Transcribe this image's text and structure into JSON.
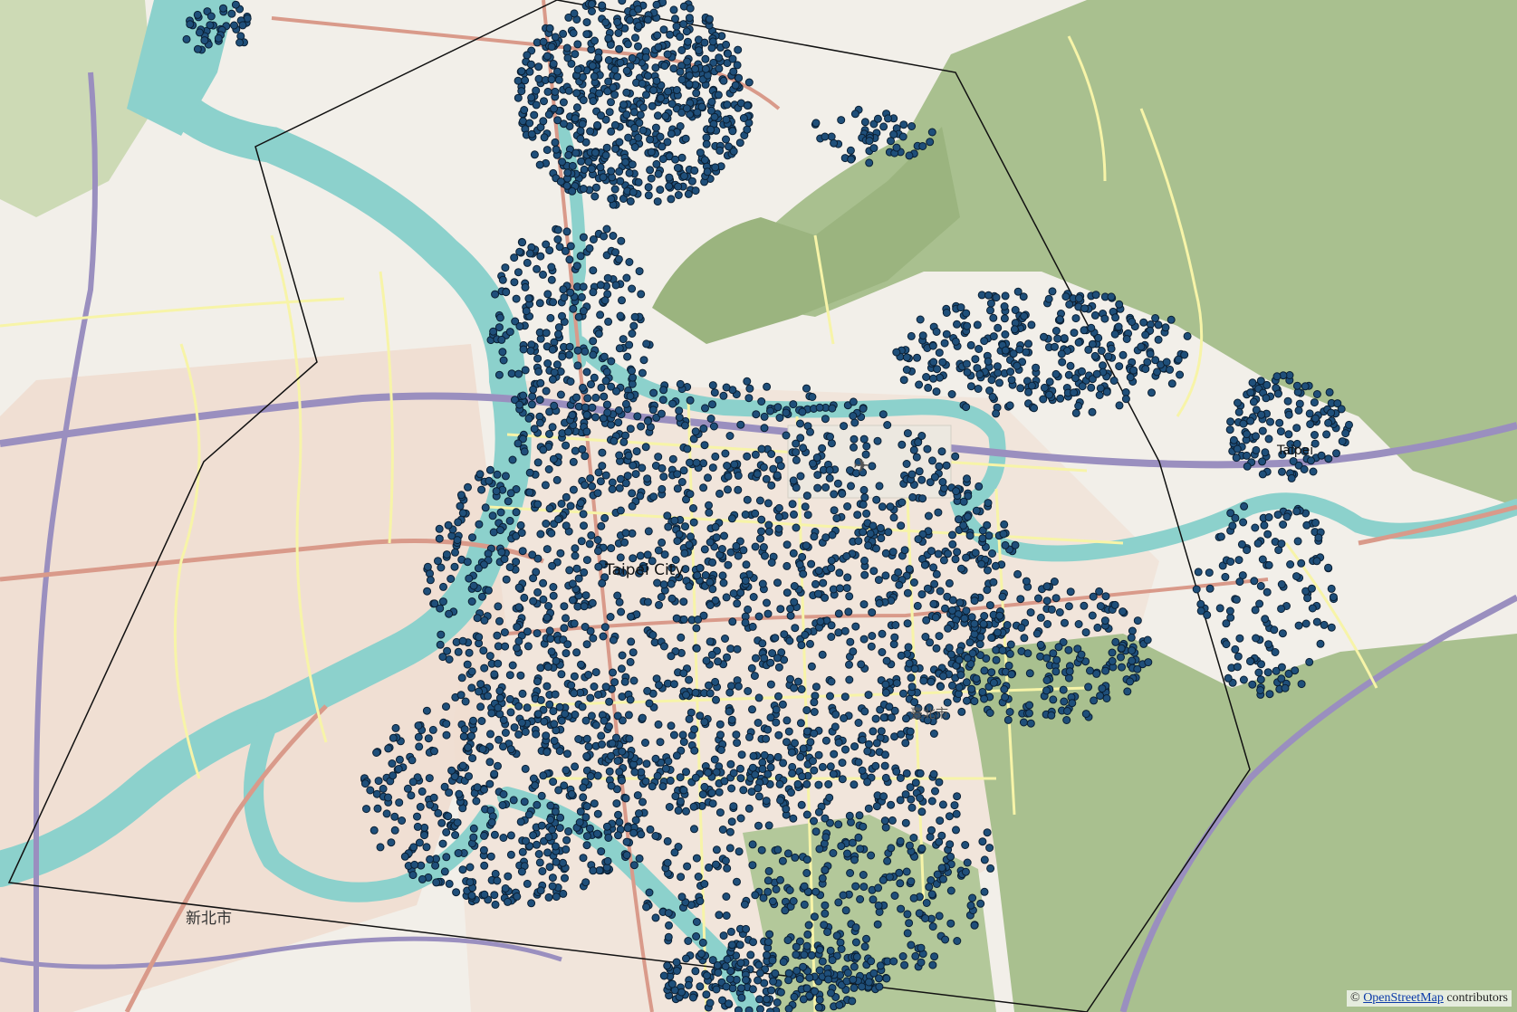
{
  "map": {
    "colors": {
      "land": "#f2efe9",
      "forest": "#a9c08f",
      "forest_dark": "#9bb47f",
      "water": "#8cd1cc",
      "water_edge": "#6fb7b3",
      "major_road": "#d99a8a",
      "highway": "#9a8fbf",
      "minor_road": "#f7f4a8",
      "urban": "#efd9c9",
      "point_fill": "#1f4f7a",
      "point_stroke": "#0a1f33",
      "boundary": "#111111"
    },
    "labels": {
      "taipei_city": "Taipei City",
      "taipei": "Taipei",
      "new_taipei": "新北市",
      "taibei_shi": "臺北市"
    },
    "airport_icon": "airplane-icon",
    "attribution": {
      "prefix": "© ",
      "link_text": "OpenStreetMap",
      "suffix": " contributors"
    }
  }
}
